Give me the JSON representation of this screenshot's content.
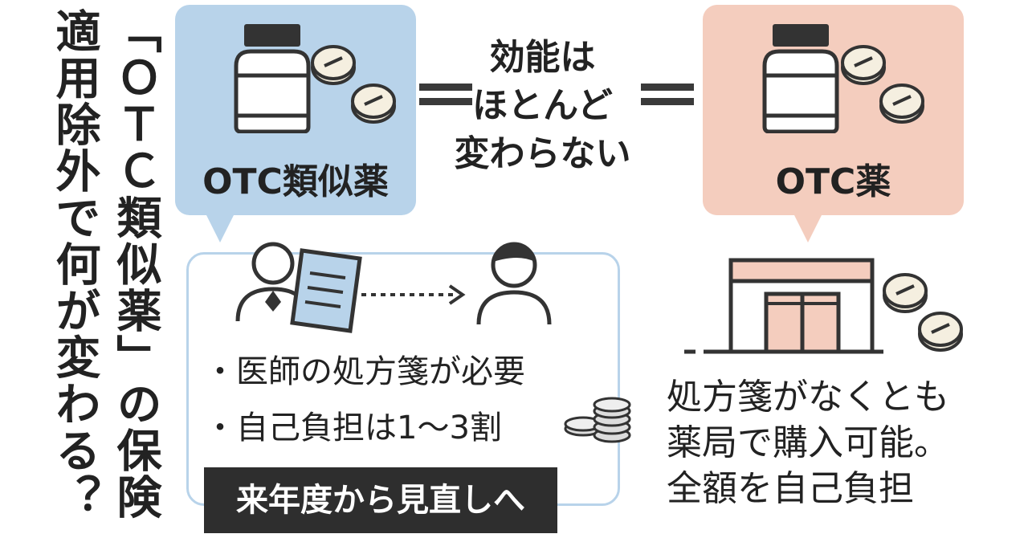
{
  "headline": {
    "col1": "「ＯＴＣ類似薬」の保険",
    "col2": "適用除外で何が変わる？"
  },
  "left_card": {
    "label": "OTC類似薬"
  },
  "right_card": {
    "label": "OTC薬"
  },
  "middle": {
    "line1": "効能は",
    "line2": "ほとんど",
    "line3": "変わらない"
  },
  "left_box": {
    "bullet1": "・医師の処方箋が必要",
    "bullet2": "・自己負担は1～3割"
  },
  "banner": {
    "text": "来年度から見直しへ"
  },
  "right_text": {
    "line1": "処方箋がなくとも",
    "line2": "薬局で購入可能。",
    "line3": "全額を自己負担"
  },
  "colors": {
    "blue": "#b8d3ea",
    "pink": "#f4cdbe",
    "dark": "#2e2e2e",
    "outline": "#333333"
  },
  "icons": [
    "medicine-bottle-icon",
    "pill-icon",
    "doctor-icon",
    "prescription-document-icon",
    "patient-icon",
    "pharmacy-store-icon",
    "coin-stack-icon",
    "arrow-right-icon"
  ]
}
